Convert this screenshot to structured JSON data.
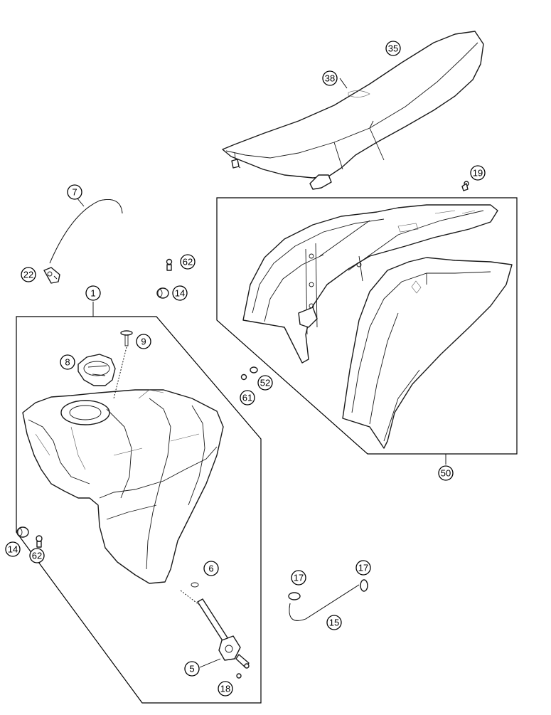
{
  "callouts": {
    "c35": "35",
    "c38": "38",
    "c19": "19",
    "c7": "7",
    "c62a": "62",
    "c22": "22",
    "c1": "1",
    "c14a": "14",
    "c9": "9",
    "c8": "8",
    "c52": "52",
    "c61": "61",
    "c50": "50",
    "c14b": "14",
    "c62b": "62",
    "c6": "6",
    "c17a": "17",
    "c17b": "17",
    "c15": "15",
    "c5": "5",
    "c18": "18"
  }
}
